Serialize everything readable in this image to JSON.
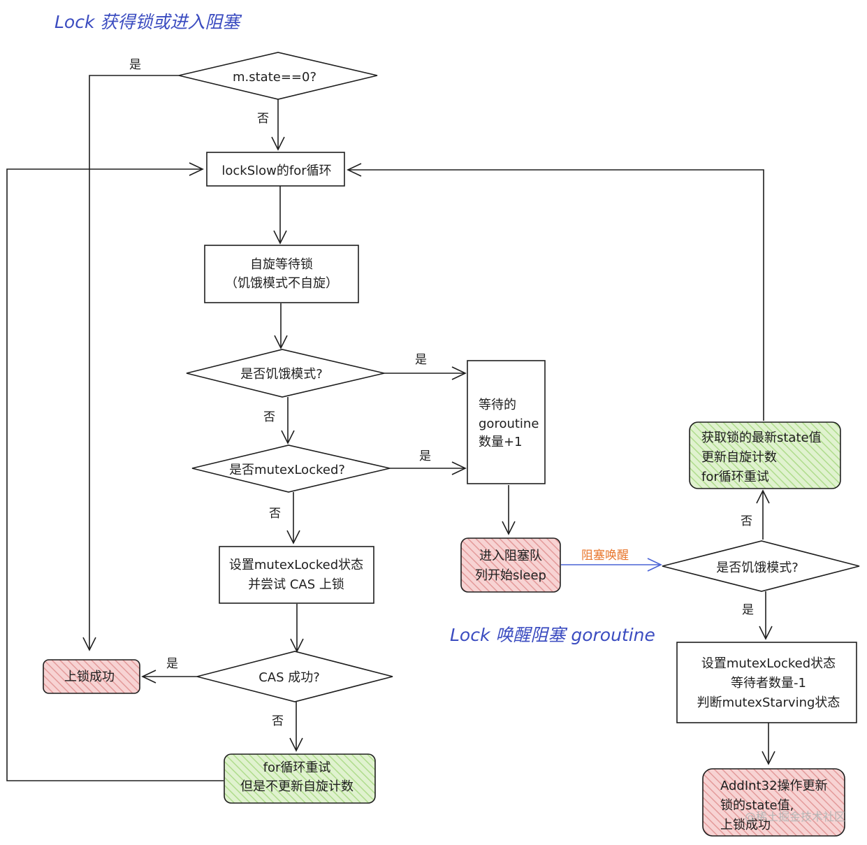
{
  "titles": {
    "lock_acquire": "Lock 获得锁或进入阻塞",
    "lock_wake": "Lock 唤醒阻塞 goroutine"
  },
  "nodes": {
    "state_check": "m.state==0?",
    "for_loop": "lockSlow的for循环",
    "spin_wait": [
      "自旋等待锁",
      "（饥饿模式不自旋）"
    ],
    "starving_check": "是否饥饿模式?",
    "locked_check": "是否mutexLocked?",
    "waiter_count": [
      "等待的",
      "goroutine",
      "数量+1"
    ],
    "set_locked": [
      "设置mutexLocked状态",
      "并尝试 CAS 上锁"
    ],
    "cas_check": "CAS 成功?",
    "lock_success": "上锁成功",
    "retry_no_spin": [
      "for循环重试",
      "但是不更新自旋计数"
    ],
    "block_queue": [
      "进入阻塞队",
      "列开始sleep"
    ],
    "wake_starving_check": "是否饥饿模式?",
    "refresh_state": [
      "获取锁的最新state值",
      "更新自旋计数",
      "for循环重试"
    ],
    "set_locked_starving": [
      "设置mutexLocked状态",
      "等待者数量-1",
      "判断mutexStarving状态"
    ],
    "addint32": [
      "AddInt32操作更新",
      "锁的state值,",
      "上锁成功"
    ]
  },
  "edge_labels": {
    "yes": "是",
    "no": "否",
    "wake": "阻塞唤醒"
  },
  "watermark": "@稀土掘金技术社区",
  "colors": {
    "title_blue": "#3b4cc0",
    "wake_orange": "#e8772e",
    "wake_arrow_blue": "#4a63d6",
    "red_fill": "#f5c6c6",
    "red_hatch": "#e08f8f",
    "green_fill": "#d8efc4",
    "green_hatch": "#a6d784"
  }
}
